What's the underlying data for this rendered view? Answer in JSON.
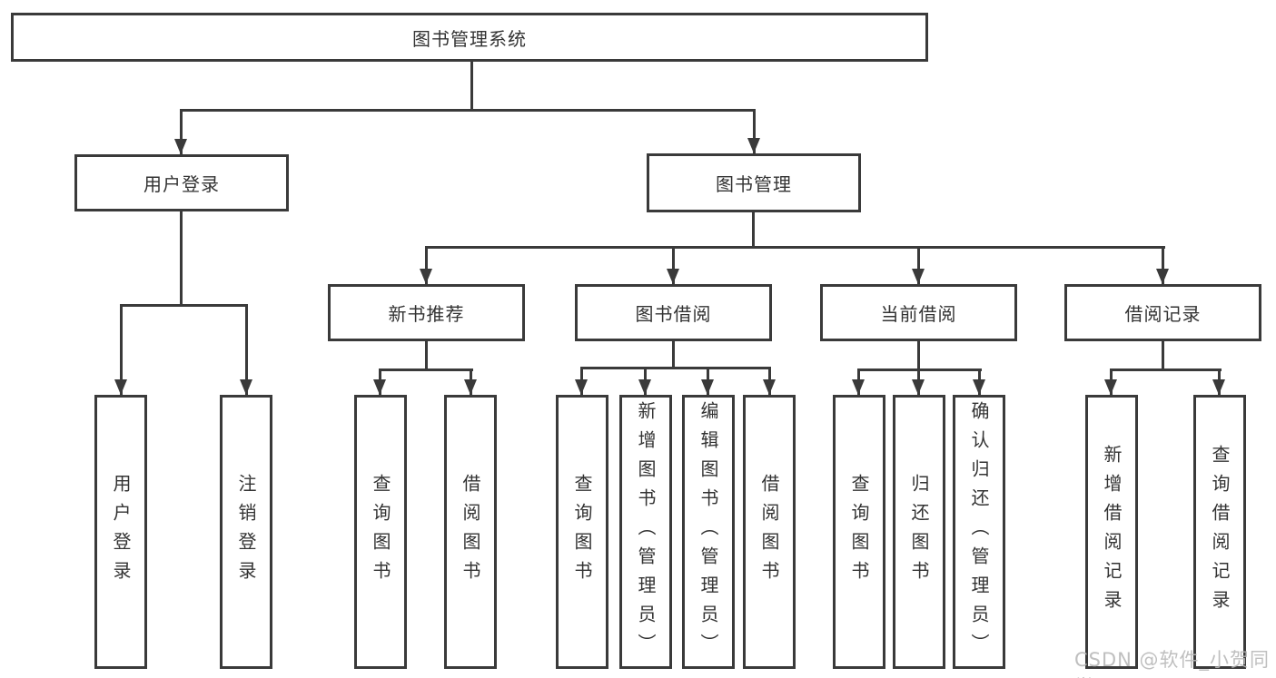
{
  "colors": {
    "line": "#3a3a3a",
    "text": "#333333",
    "box_background": "#ffffff",
    "watermark": "#b9b9b9",
    "page_background": "#ffffff"
  },
  "watermark": "CSDN @软件_小贺同学",
  "tree": {
    "root": {
      "label": "图书管理系统"
    },
    "user_login": {
      "label": "用户登录",
      "children": [
        {
          "label": "用户登录"
        },
        {
          "label": "注销登录"
        }
      ]
    },
    "book_management": {
      "label": "图书管理",
      "children": [
        {
          "label": "新书推荐",
          "children": [
            {
              "label": "查询图书"
            },
            {
              "label": "借阅图书"
            }
          ]
        },
        {
          "label": "图书借阅",
          "children": [
            {
              "label": "查询图书"
            },
            {
              "label": "新增图书（管理员）"
            },
            {
              "label": "编辑图书（管理员）"
            },
            {
              "label": "借阅图书"
            }
          ]
        },
        {
          "label": "当前借阅",
          "children": [
            {
              "label": "查询图书"
            },
            {
              "label": "归还图书"
            },
            {
              "label": "确认归还（管理员）"
            }
          ]
        },
        {
          "label": "借阅记录",
          "children": [
            {
              "label": "新增借阅记录"
            },
            {
              "label": "查询借阅记录"
            }
          ]
        }
      ]
    }
  }
}
